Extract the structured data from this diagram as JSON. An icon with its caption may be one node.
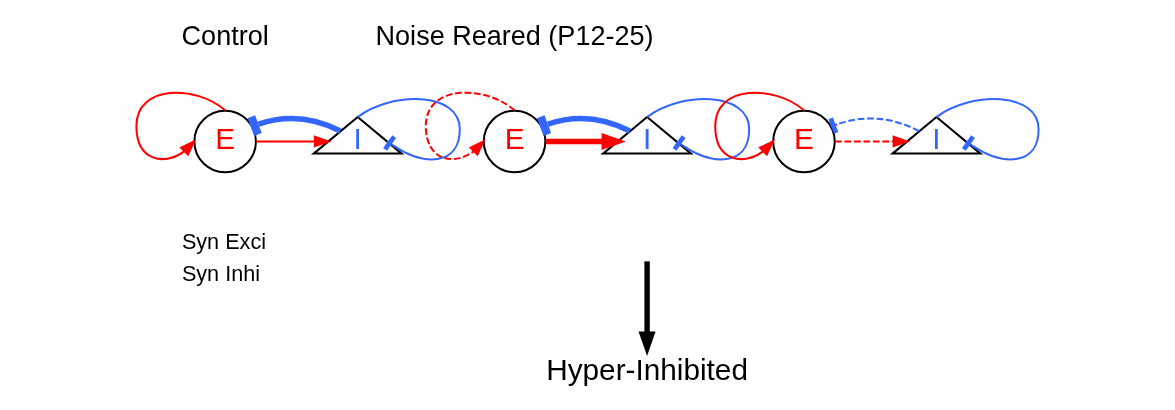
{
  "diagram": {
    "nodes": [
      {
        "text": [
          "E"
        ]
      },
      {
        "text": [
          "I"
        ]
      },
      {
        "text": [
          "E"
        ]
      },
      {
        "text": [
          "I"
        ]
      },
      {
        "text": [
          "E"
        ]
      },
      {
        "text": [
          "I"
        ]
      },
      {
        "text": [
          "Hyper-Inhibited"
        ]
      }
    ],
    "edges": [
      {
        "from": 0,
        "to": 0,
        "arrow": "to",
        "color": "#ff0000"
      },
      {
        "from": 0,
        "to": 1,
        "arrow": "to",
        "color": "#ff0000"
      },
      {
        "from": 1,
        "to": 1,
        "arrow": "other",
        "color": "#3366ff"
      },
      {
        "from": 1,
        "to": 0,
        "arrow": "other",
        "style": "thick",
        "color": "#3366ff"
      },
      {
        "from": 2,
        "to": 2,
        "arrow": "to",
        "style": "dashed",
        "color": "#ff0000"
      },
      {
        "from": 2,
        "to": 3,
        "arrow": "to",
        "style": "thick",
        "color": "#ff0000"
      },
      {
        "from": 3,
        "to": 3,
        "arrow": "other",
        "color": "#3366ff"
      },
      {
        "from": 3,
        "to": 2,
        "arrow": "other",
        "style": "thick",
        "color": "#3366ff"
      },
      {
        "from": 4,
        "to": 4,
        "arrow": "to",
        "color": "#ff0000"
      },
      {
        "from": 4,
        "to": 5,
        "arrow": "to",
        "style": "dashed",
        "color": "#ff0000"
      },
      {
        "from": 5,
        "to": 5,
        "arrow": "other",
        "color": "#3366ff"
      },
      {
        "from": 5,
        "to": 4,
        "arrow": "other",
        "style": "dashed",
        "color": "#3366ff"
      },
      {
        "from": null,
        "to": 6,
        "arrow": "to",
        "style": "thick",
        "color": "#000000"
      }
    ],
    "labels": [
      "Control",
      "Noise Reared (P12-25)"
    ],
    "legend": [
      {
        "text": "Syn Exci"
      },
      {
        "text": "Syn Inhi"
      }
    ]
  }
}
